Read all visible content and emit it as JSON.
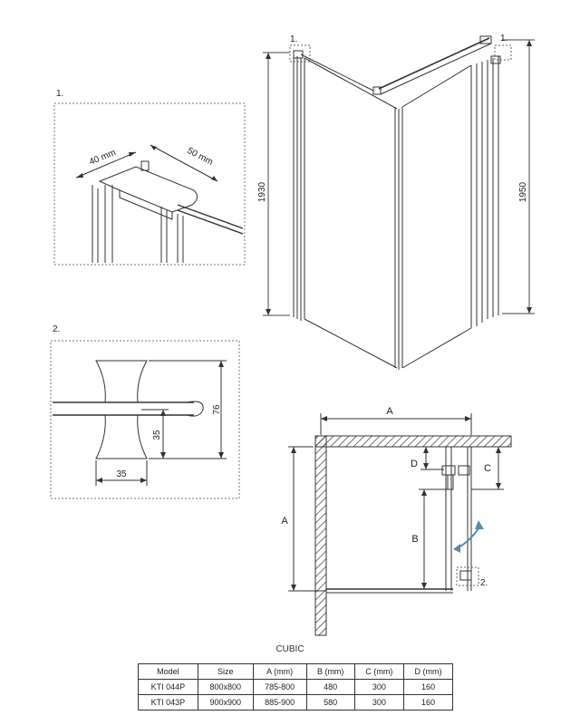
{
  "detail_labels": {
    "d1_top_left": "1.",
    "d1_top_right": "1.",
    "d1_inset": "1.",
    "d2_inset": "2.",
    "d2_plan": "2."
  },
  "dimensions": {
    "height_left": "1930",
    "height_right": "1950",
    "inset1_a": "40 mm",
    "inset1_b": "50 mm",
    "inset2_height": "76",
    "inset2_half": "35",
    "inset2_width": "35"
  },
  "plan_labels": {
    "A_top": "A",
    "A_left": "A",
    "B": "B",
    "C": "C",
    "D": "D"
  },
  "caption": "CUBIC",
  "table": {
    "headers": [
      "Model",
      "Size",
      "A (mm)",
      "B (mm)",
      "C (mm)",
      "D (mm)"
    ],
    "rows": [
      [
        "KTI 044P",
        "800x800",
        "785-800",
        "480",
        "300",
        "160"
      ],
      [
        "KTI 043P",
        "900x900",
        "885-900",
        "580",
        "300",
        "160"
      ]
    ]
  }
}
